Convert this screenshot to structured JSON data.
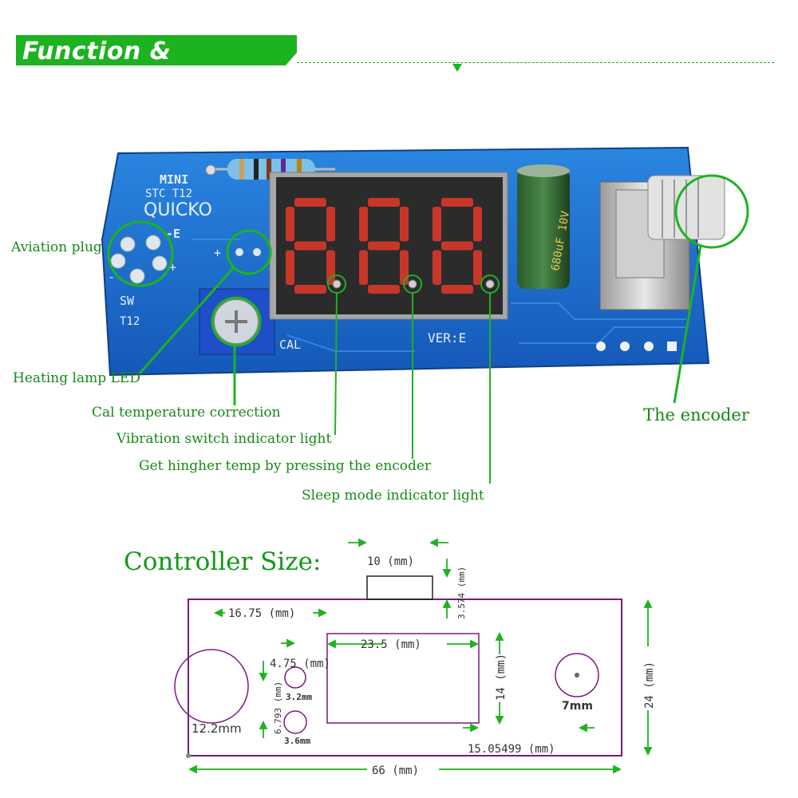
{
  "header": {
    "title": "Function & Structure"
  },
  "board": {
    "silk_mini": "MINI",
    "silk_stc": "STC T12",
    "silk_brand": "QUICKO",
    "silk_e": "-E",
    "silk_minus": "-",
    "silk_plus": "+",
    "silk_plus_led": "+",
    "silk_sw": "SW",
    "silk_t12": "T12",
    "silk_cal": "CAL",
    "silk_ver": "VER:E",
    "cap_text": "680uF 10V"
  },
  "callouts": {
    "aviation_plug": "Aviation plug",
    "heating_lamp": "Heating lamp LED",
    "cal_temp": "Cal temperature correction",
    "vibration": "Vibration switch indicator light",
    "higher_temp": "Get hingher temp by pressing the encoder",
    "sleep_mode": "Sleep mode indicator light",
    "encoder": "The encoder"
  },
  "size": {
    "title": "Controller Size:",
    "dim_top_width": "10 (mm)",
    "dim_top_height": "3.574 (mm)",
    "dim_left_offset": "16.75 (mm)",
    "dim_display_width": "23.5 (mm)",
    "dim_display_height": "14 (mm)",
    "dim_holes_x": "4.75 (mm)",
    "dim_holes_spacing": "6.793 (mm)",
    "hole_small": "3.2mm",
    "hole_large": "3.6mm",
    "dim_big_circle": "12.2mm",
    "dim_encoder_hole": "7mm",
    "dim_encoder_offset": "15.05499 (mm)",
    "dim_total_width": "66 (mm)",
    "dim_total_height": "24 (mm)"
  },
  "colors": {
    "green": "#1db320",
    "text_green": "#168a17",
    "pcb_blue": "#1a6fd0",
    "outline": "#7a1a7a",
    "segment_red": "#e23a2a"
  }
}
